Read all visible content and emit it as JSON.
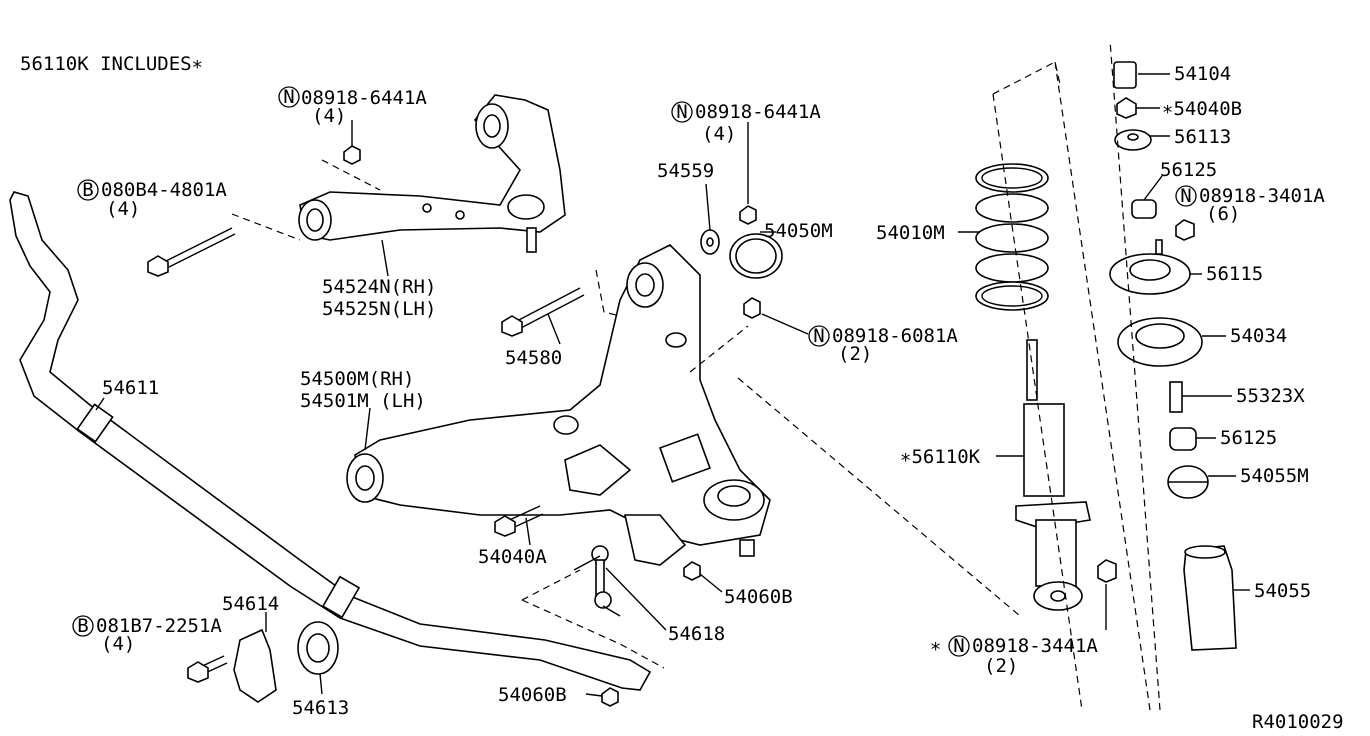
{
  "header": {
    "includes_note": "56110K INCLUDES∗"
  },
  "reference_code": "R4010029",
  "labels": {
    "n_08918_6441A_top": "08918-6441A",
    "qty_4_a": "(4)",
    "b_080B4_4801A": "080B4-4801A",
    "qty_4_b": "(4)",
    "p54524N": "54524N(RH)",
    "p54525N": "54525N(LH)",
    "n_08918_6441A_mid": "08918-6441A",
    "qty_4_c": "(4)",
    "p54559": "54559",
    "p54050M": "54050M",
    "n_08918_6081A": "08918-6081A",
    "qty_2_a": "(2)",
    "p54580": "54580",
    "p54611": "54611",
    "p54500M": "54500M(RH)",
    "p54501M": "54501M (LH)",
    "p54040A": "54040A",
    "p54060B_a": "54060B",
    "p54618": "54618",
    "p54614": "54614",
    "b_081B7_2251A": "081B7-2251A",
    "qty_4_d": "(4)",
    "p54613": "54613",
    "p54060B_b": "54060B",
    "p54010M": "54010M",
    "p56110K": "∗56110K",
    "n_08918_3441A": "08918-3441A",
    "qty_2_b": "(2)",
    "p54104": "54104",
    "p54040B": "∗54040B",
    "p56113": "56113",
    "p56125_a": "56125",
    "n_08918_3401A": "08918-3401A",
    "qty_6": "(6)",
    "p56115": "56115",
    "p54034": "54034",
    "p55323X": "55323X",
    "p56125_b": "56125",
    "p54055M": "54055M",
    "p54055": "54055",
    "star_mark": "∗",
    "n_glyph": "N",
    "b_glyph": "B"
  }
}
